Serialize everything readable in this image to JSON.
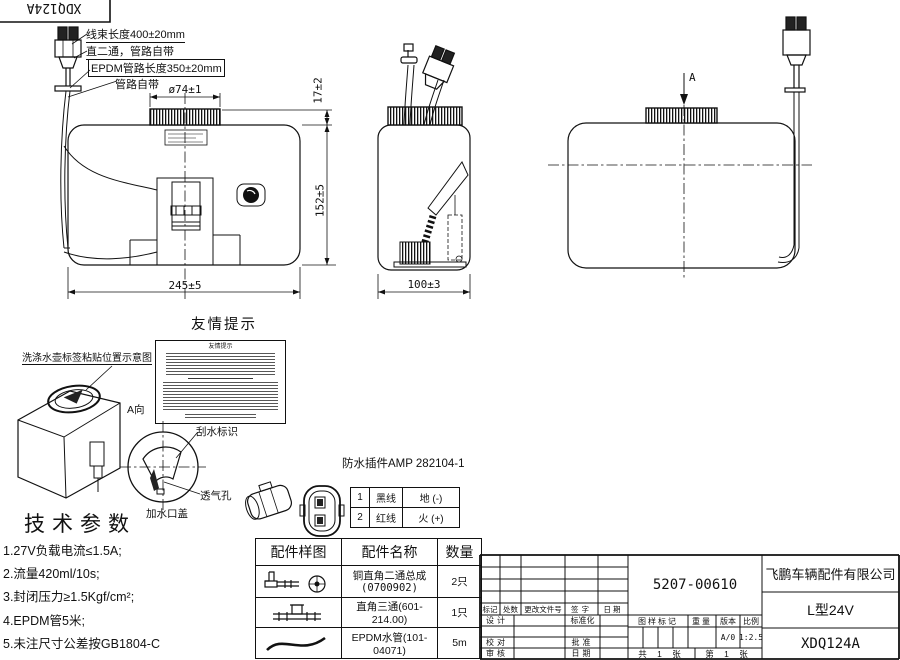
{
  "corner_stamp": {
    "part_no": "XDQ124A"
  },
  "harness_notes": {
    "line1": "线束长度400±20mm",
    "line2": "直二通，管路自带",
    "line3": "EPDM管路长度350±20mm",
    "line4": "管路自带"
  },
  "dimensions": {
    "cap_diameter": "ø74±1",
    "cap_height": "17±2",
    "tank_height": "152±5",
    "tank_width": "245±5",
    "tank_depth": "100±3"
  },
  "view_a": {
    "arrow_label": "A",
    "view_label": "A向",
    "wiper_mark": "刮水标识",
    "vent_hole": "透气孔",
    "filler_cap": "加水口盖"
  },
  "reminder": {
    "title": "友情提示"
  },
  "label_diagram": {
    "caption": "洗涤水壶标签粘贴位置示意图"
  },
  "tech": {
    "title": "技术参数",
    "items": [
      "1.27V负载电流≤1.5A;",
      "2.流量420ml/10s;",
      "3.封闭压力≥1.5Kgf/cm²;",
      "4.EPDM管5米;",
      "5.未注尺寸公差按GB1804-C"
    ]
  },
  "connector": {
    "title": "防水插件AMP 282104-1",
    "pins": [
      {
        "no": "1",
        "wire": "黑线",
        "polarity": "地 (-)"
      },
      {
        "no": "2",
        "wire": "红线",
        "polarity": "火 (+)"
      }
    ]
  },
  "parts_table": {
    "headers": [
      "配件样图",
      "配件名称",
      "数量"
    ],
    "rows": [
      {
        "name": "铜直角二通总成",
        "code": "(0700902)",
        "qty": "2只"
      },
      {
        "name": "直角三通(601-214.00)",
        "code": "",
        "qty": "1只"
      },
      {
        "name": "EPDM水管(101-04071)",
        "code": "",
        "qty": "5m"
      }
    ]
  },
  "title_block": {
    "revision_headers": {
      "mark": "标记",
      "count": "处数",
      "file": "更改文件号",
      "sign": "签字",
      "date": "日期"
    },
    "roles": {
      "design": "设计",
      "standard": "标准化",
      "check": "校对",
      "approve": "批准",
      "audit": "审核",
      "date": "日期"
    },
    "drawing_no": "5207-00610",
    "stamp_headers": {
      "stage": "图样标记",
      "weight": "重量",
      "version": "版本",
      "scale": "比例"
    },
    "version_value": "A/0",
    "scale_value": "1:2.5",
    "sheets_total": "共 1 张",
    "sheet_no": "第 1 张",
    "company": "飞鹏车辆配件有限公司",
    "product": "L型24V",
    "part_no": "XDQ124A"
  }
}
